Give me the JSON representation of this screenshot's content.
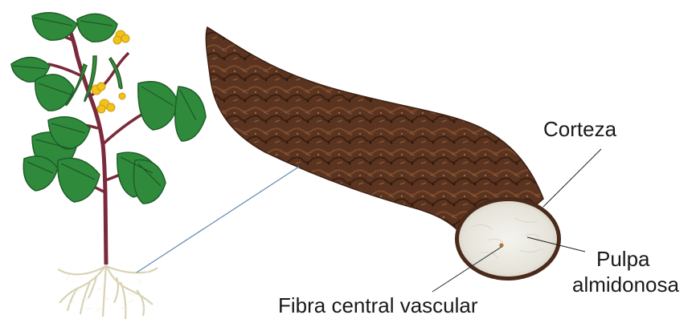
{
  "diagram": {
    "labels": {
      "cortex": "Corteza",
      "pulp_line1": "Pulpa",
      "pulp_line2": "almidonosa",
      "vascular_fiber": "Fibra central vascular"
    },
    "colors": {
      "leaf": "#2f8a3c",
      "leaf_dark": "#1f5e28",
      "stem": "#7a2a3a",
      "flower": "#f2c21b",
      "pod": "#3f8f3a",
      "root_hair": "#f0ecd2",
      "tuber_skin": "#4a2a1a",
      "tuber_texture": "#6b4226",
      "pulp": "#eceae2",
      "leader_blue": "#6a8fb5",
      "leader_dark": "#222222"
    }
  }
}
